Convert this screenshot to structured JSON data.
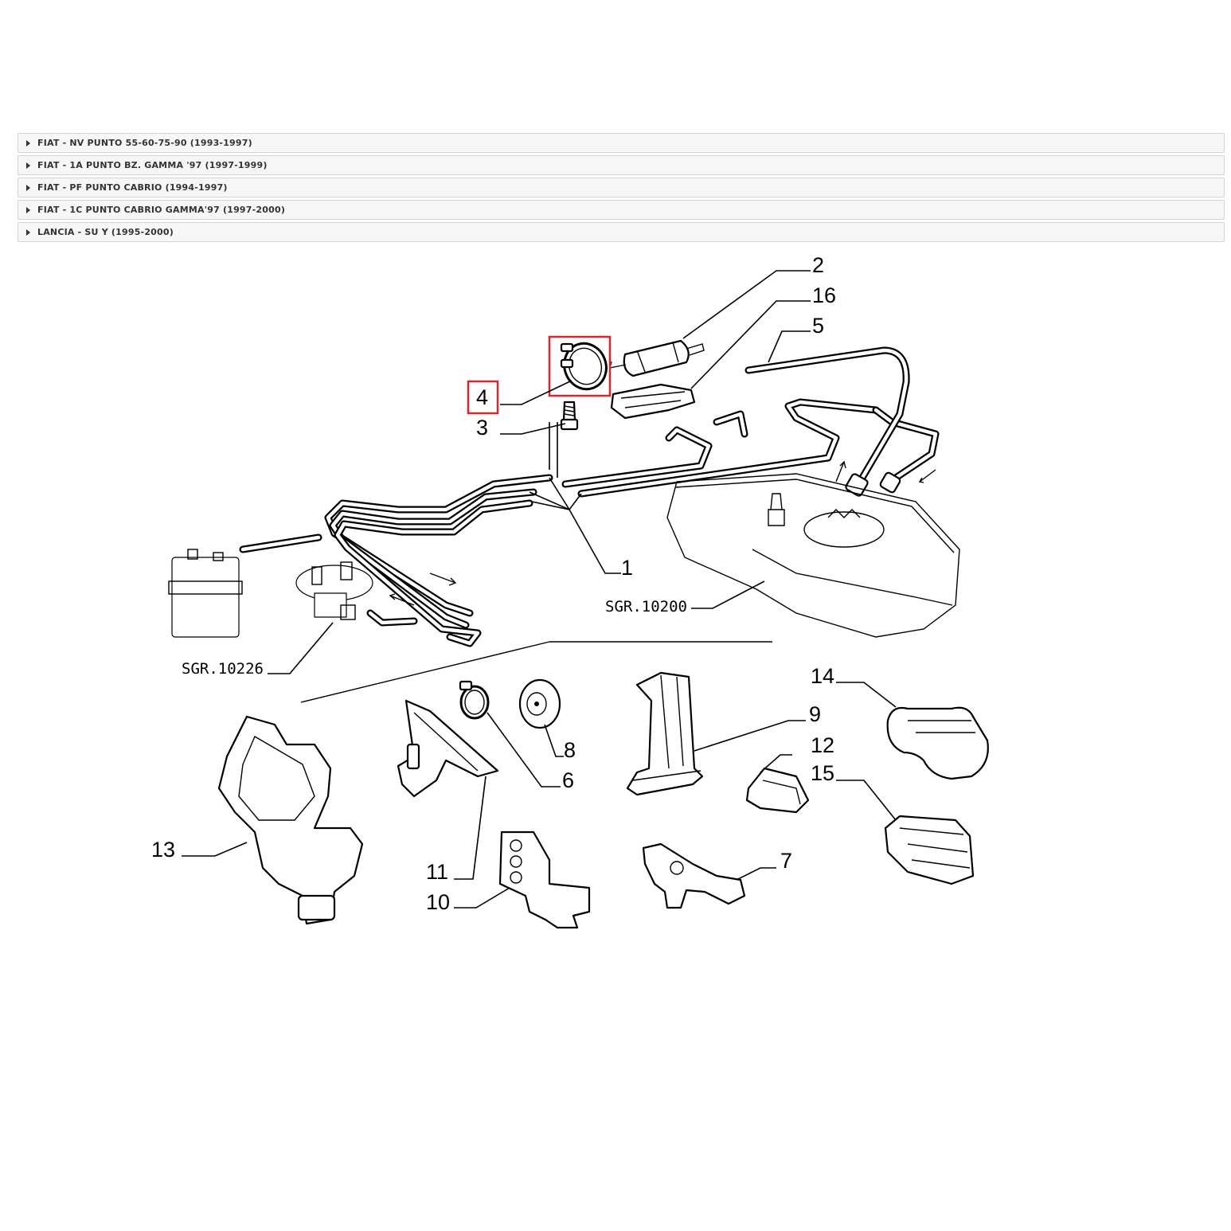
{
  "applications": [
    {
      "label": "FIAT - NV PUNTO 55-60-75-90 (1993-1997)"
    },
    {
      "label": "FIAT - 1A PUNTO BZ. GAMMA '97 (1997-1999)"
    },
    {
      "label": "FIAT - PF PUNTO CABRIO (1994-1997)"
    },
    {
      "label": "FIAT - 1C PUNTO CABRIO GAMMA'97 (1997-2000)"
    },
    {
      "label": "LANCIA - SU Y (1995-2000)"
    }
  ],
  "diagram": {
    "callouts": {
      "c1": "1",
      "c2": "2",
      "c3": "3",
      "c4": "4",
      "c5": "5",
      "c6": "6",
      "c7": "7",
      "c8": "8",
      "c9": "9",
      "c10": "10",
      "c11": "11",
      "c12": "12",
      "c13": "13",
      "c14": "14",
      "c15": "15",
      "c16": "16"
    },
    "references": {
      "tank": "SGR.10200",
      "pump": "SGR.10226"
    },
    "highlighted_part": "4",
    "highlight_color": "#d9262e"
  }
}
